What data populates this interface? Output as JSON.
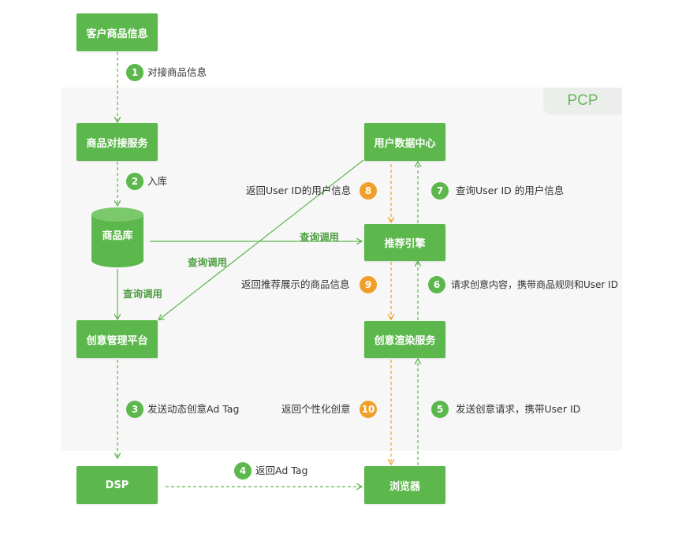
{
  "region": {
    "label": "PCP"
  },
  "nodes": {
    "customer_info": "客户商品信息",
    "product_service": "商品对接服务",
    "product_db": "商品库",
    "creative_platform": "创意管理平台",
    "dsp": "DSP",
    "user_data_center": "用户数据中心",
    "recommend_engine": "推荐引擎",
    "render_service": "创意渲染服务",
    "browser": "浏览器"
  },
  "steps": [
    {
      "num": "1",
      "text": "对接商品信息"
    },
    {
      "num": "2",
      "text": "入库"
    },
    {
      "num": "3",
      "text": "发送动态创意Ad Tag"
    },
    {
      "num": "4",
      "text": "返回Ad Tag"
    },
    {
      "num": "5",
      "text": "发送创意请求，携带User ID"
    },
    {
      "num": "6",
      "text": "请求创意内容，携带商品规则和User ID"
    },
    {
      "num": "7",
      "text": "查询User ID 的用户信息"
    },
    {
      "num": "8",
      "text": "返回User ID的用户信息"
    },
    {
      "num": "9",
      "text": "返回推荐展示的商品信息"
    },
    {
      "num": "10",
      "text": "返回个性化创意"
    }
  ],
  "call_labels": {
    "db_to_engine": "查询调用",
    "db_to_platform": "查询调用",
    "center_to_platform": "查询调用"
  },
  "colors": {
    "green": "#5cb74c",
    "orange": "#f0a02a"
  }
}
